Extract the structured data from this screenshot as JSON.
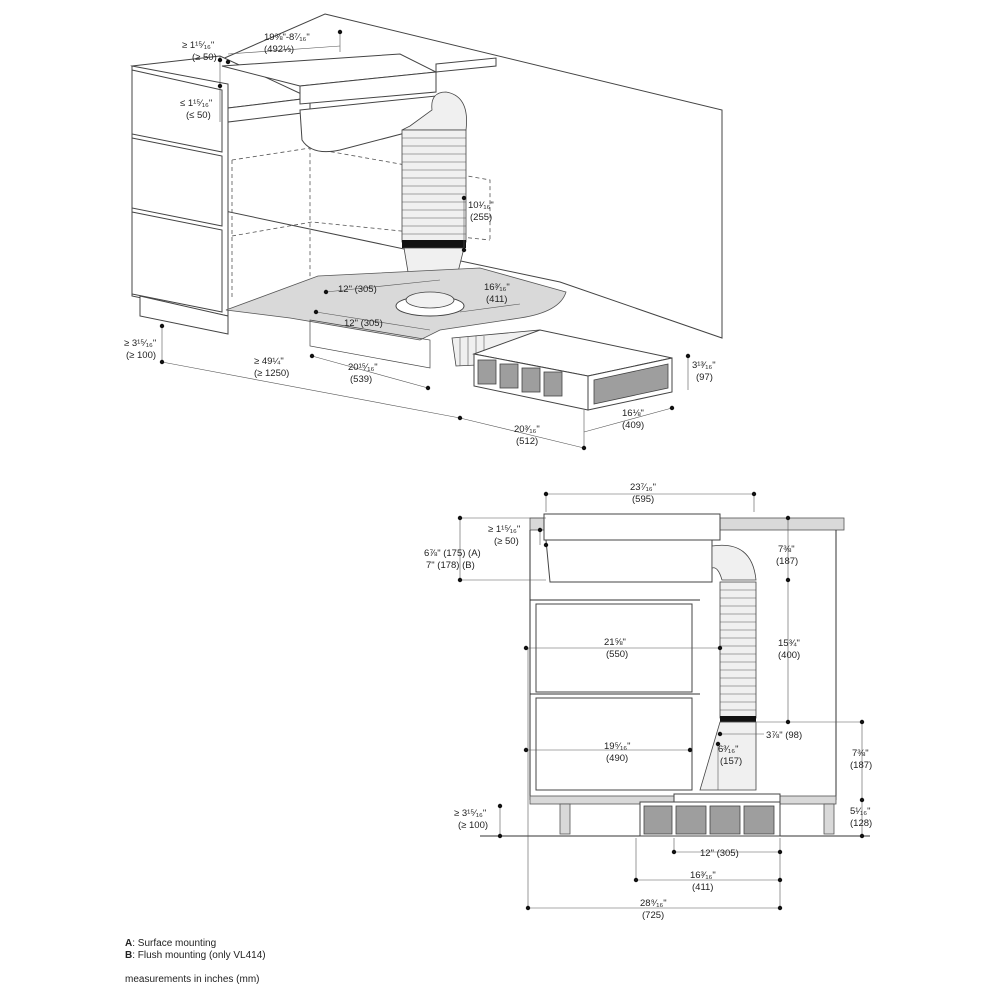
{
  "top_view": {
    "dim_cooktop_depth_min": "≥ 1¹⁵⁄₁₆\"",
    "dim_cooktop_depth_min_mm": "(≥ 50)",
    "dim_width_top": "19⅜\"-8⁷⁄₁₆\"",
    "dim_width_top_mm": "(492⅓)",
    "dim_side_max": "≤ 1¹⁵⁄₁₆\"",
    "dim_side_max_mm": "(≤ 50)",
    "dim_duct_height": "10¹⁄₁₆\"",
    "dim_duct_height_mm": "(255)",
    "dim_plate_a": "12\" (305)",
    "dim_plate_b": "12\" (305)",
    "dim_plate_width": "16³⁄₁₆\"",
    "dim_plate_width_mm": "(411)",
    "dim_plinth_min": "≥ 3¹⁵⁄₁₆\"",
    "dim_plinth_min_mm": "(≥ 100)",
    "dim_total_min": "≥ 49¼\"",
    "dim_total_min_mm": "(≥ 1250)",
    "dim_depth_a": "20¹⁵⁄₁₆\"",
    "dim_depth_a_mm": "(539)",
    "dim_box_height": "3¹³⁄₁₆\"",
    "dim_box_height_mm": "(97)",
    "dim_box_width": "16⅛\"",
    "dim_box_width_mm": "(409)",
    "dim_depth_b": "20³⁄₁₆\"",
    "dim_depth_b_mm": "(512)"
  },
  "side_view": {
    "dim_top_width": "23⁷⁄₁₆\"",
    "dim_top_width_mm": "(595)",
    "dim_min_gap": "≥ 1¹⁵⁄₁₆\"",
    "dim_min_gap_mm": "(≥ 50)",
    "dim_depth_a": "6⅞\" (175) (A)",
    "dim_depth_b": "7\" (178) (B)",
    "dim_right_top": "7⅜\"",
    "dim_right_top_mm": "(187)",
    "dim_drawer_upper": "21⅝\"",
    "dim_drawer_upper_mm": "(550)",
    "dim_duct_length": "15¾\"",
    "dim_duct_length_mm": "(400)",
    "dim_offset": "3⅞\" (98)",
    "dim_drawer_lower": "19⁵⁄₁₆\"",
    "dim_drawer_lower_mm": "(490)",
    "dim_adapter": "6³⁄₁₆\"",
    "dim_adapter_mm": "(157)",
    "dim_right_lower": "7⅜\"",
    "dim_right_lower_mm": "(187)",
    "dim_plinth_min": "≥ 3¹⁵⁄₁₆\"",
    "dim_plinth_min_mm": "(≥ 100)",
    "dim_plinth_right": "5¹⁄₁₆\"",
    "dim_plinth_right_mm": "(128)",
    "dim_box_12": "12\" (305)",
    "dim_box_16": "16³⁄₁₆\"",
    "dim_box_16_mm": "(411)",
    "dim_total": "28⁹⁄₁₆\"",
    "dim_total_mm": "(725)"
  },
  "legend": {
    "a_key": "A",
    "a_text": ": Surface mounting",
    "b_key": "B",
    "b_text": ": Flush mounting (only VL414)",
    "units": "measurements in inches (mm)"
  }
}
